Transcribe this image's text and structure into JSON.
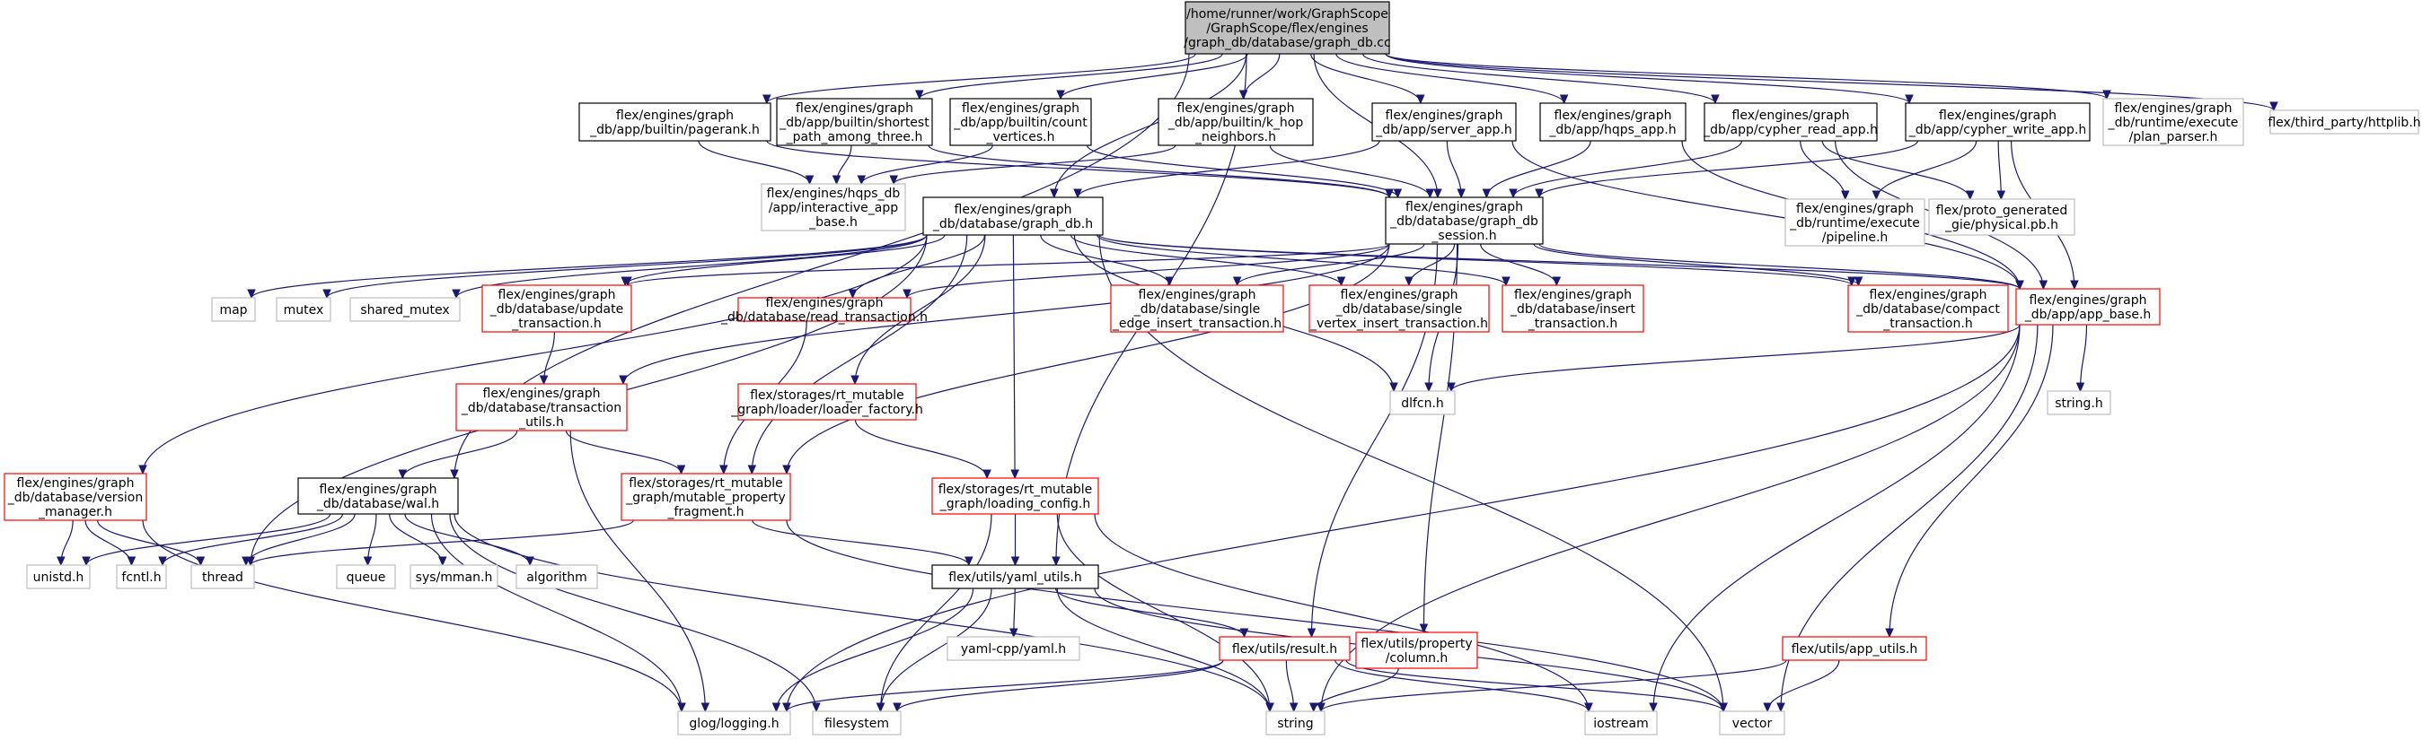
{
  "graph": {
    "nodes": [
      {
        "id": "root",
        "kind": "root",
        "lines": [
          "/home/runner/work/GraphScope",
          "/GraphScope/flex/engines",
          "/graph_db/database/graph_db.cc"
        ]
      },
      {
        "id": "pagerank",
        "kind": "doc",
        "lines": [
          "flex/engines/graph",
          "_db/app/builtin/pagerank.h"
        ]
      },
      {
        "id": "shortest",
        "kind": "doc",
        "lines": [
          "flex/engines/graph",
          "_db/app/builtin/shortest",
          "_path_among_three.h"
        ]
      },
      {
        "id": "count",
        "kind": "doc",
        "lines": [
          "flex/engines/graph",
          "_db/app/builtin/count",
          "_vertices.h"
        ]
      },
      {
        "id": "khop",
        "kind": "doc",
        "lines": [
          "flex/engines/graph",
          "_db/app/builtin/k_hop",
          "_neighbors.h"
        ]
      },
      {
        "id": "server",
        "kind": "doc",
        "lines": [
          "flex/engines/graph",
          "_db/app/server_app.h"
        ]
      },
      {
        "id": "hqps_app",
        "kind": "doc",
        "lines": [
          "flex/engines/graph",
          "_db/app/hqps_app.h"
        ]
      },
      {
        "id": "cypher_read",
        "kind": "doc",
        "lines": [
          "flex/engines/graph",
          "_db/app/cypher_read_app.h"
        ]
      },
      {
        "id": "cypher_write",
        "kind": "doc",
        "lines": [
          "flex/engines/graph",
          "_db/app/cypher_write_app.h"
        ]
      },
      {
        "id": "plan_parser",
        "kind": "sys",
        "lines": [
          "flex/engines/graph",
          "_db/runtime/execute",
          "/plan_parser.h"
        ]
      },
      {
        "id": "httplib",
        "kind": "sys",
        "lines": [
          "flex/third_party/httplib.h"
        ]
      },
      {
        "id": "interactive",
        "kind": "sys",
        "lines": [
          "flex/engines/hqps_db",
          "/app/interactive_app",
          "_base.h"
        ]
      },
      {
        "id": "graph_db_h",
        "kind": "doc",
        "lines": [
          "flex/engines/graph",
          "_db/database/graph_db.h"
        ]
      },
      {
        "id": "session",
        "kind": "doc",
        "lines": [
          "flex/engines/graph",
          "_db/database/graph_db",
          "_session.h"
        ]
      },
      {
        "id": "pipeline",
        "kind": "sys",
        "lines": [
          "flex/engines/graph",
          "_db/runtime/execute",
          "/pipeline.h"
        ]
      },
      {
        "id": "physical",
        "kind": "sys",
        "lines": [
          "flex/proto_generated",
          "_gie/physical.pb.h"
        ]
      },
      {
        "id": "map",
        "kind": "sys",
        "lines": [
          "map"
        ]
      },
      {
        "id": "mutex",
        "kind": "sys",
        "lines": [
          "mutex"
        ]
      },
      {
        "id": "shared_mutex",
        "kind": "sys",
        "lines": [
          "shared_mutex"
        ]
      },
      {
        "id": "update_txn",
        "kind": "red",
        "lines": [
          "flex/engines/graph",
          "_db/database/update",
          "_transaction.h"
        ]
      },
      {
        "id": "read_txn",
        "kind": "red",
        "lines": [
          "flex/engines/graph",
          "_db/database/read_transaction.h"
        ]
      },
      {
        "id": "single_edge",
        "kind": "red",
        "lines": [
          "flex/engines/graph",
          "_db/database/single",
          "_edge_insert_transaction.h"
        ]
      },
      {
        "id": "single_vertex",
        "kind": "red",
        "lines": [
          "flex/engines/graph",
          "_db/database/single",
          "_vertex_insert_transaction.h"
        ]
      },
      {
        "id": "insert_txn",
        "kind": "red",
        "lines": [
          "flex/engines/graph",
          "_db/database/insert",
          "_transaction.h"
        ]
      },
      {
        "id": "compact_txn",
        "kind": "red",
        "lines": [
          "flex/engines/graph",
          "_db/database/compact",
          "_transaction.h"
        ]
      },
      {
        "id": "app_base",
        "kind": "red",
        "lines": [
          "flex/engines/graph",
          "_db/app/app_base.h"
        ]
      },
      {
        "id": "txn_utils",
        "kind": "red",
        "lines": [
          "flex/engines/graph",
          "_db/database/transaction",
          "_utils.h"
        ]
      },
      {
        "id": "loader_factory",
        "kind": "red",
        "lines": [
          "flex/storages/rt_mutable",
          "_graph/loader/loader_factory.h"
        ]
      },
      {
        "id": "dlfcn",
        "kind": "sys",
        "lines": [
          "dlfcn.h"
        ]
      },
      {
        "id": "string_h",
        "kind": "sys",
        "lines": [
          "string.h"
        ]
      },
      {
        "id": "version_mgr",
        "kind": "red",
        "lines": [
          "flex/engines/graph",
          "_db/database/version",
          "_manager.h"
        ]
      },
      {
        "id": "wal",
        "kind": "doc",
        "lines": [
          "flex/engines/graph",
          "_db/database/wal.h"
        ]
      },
      {
        "id": "mutable_prop",
        "kind": "red",
        "lines": [
          "flex/storages/rt_mutable",
          "_graph/mutable_property",
          "_fragment.h"
        ]
      },
      {
        "id": "loading_config",
        "kind": "red",
        "lines": [
          "flex/storages/rt_mutable",
          "_graph/loading_config.h"
        ]
      },
      {
        "id": "unistd",
        "kind": "sys",
        "lines": [
          "unistd.h"
        ]
      },
      {
        "id": "fcntl",
        "kind": "sys",
        "lines": [
          "fcntl.h"
        ]
      },
      {
        "id": "thread",
        "kind": "sys",
        "lines": [
          "thread"
        ]
      },
      {
        "id": "queue",
        "kind": "sys",
        "lines": [
          "queue"
        ]
      },
      {
        "id": "sys_mman",
        "kind": "sys",
        "lines": [
          "sys/mman.h"
        ]
      },
      {
        "id": "algorithm",
        "kind": "sys",
        "lines": [
          "algorithm"
        ]
      },
      {
        "id": "yaml_utils",
        "kind": "doc",
        "lines": [
          "flex/utils/yaml_utils.h"
        ]
      },
      {
        "id": "yaml_cpp",
        "kind": "sys",
        "lines": [
          "yaml-cpp/yaml.h"
        ]
      },
      {
        "id": "result",
        "kind": "red",
        "lines": [
          "flex/utils/result.h"
        ]
      },
      {
        "id": "property_column",
        "kind": "red",
        "lines": [
          "flex/utils/property",
          "/column.h"
        ]
      },
      {
        "id": "app_utils",
        "kind": "red",
        "lines": [
          "flex/utils/app_utils.h"
        ]
      },
      {
        "id": "glog",
        "kind": "sys",
        "lines": [
          "glog/logging.h"
        ]
      },
      {
        "id": "filesystem",
        "kind": "sys",
        "lines": [
          "filesystem"
        ]
      },
      {
        "id": "string",
        "kind": "sys",
        "lines": [
          "string"
        ]
      },
      {
        "id": "iostream",
        "kind": "sys",
        "lines": [
          "iostream"
        ]
      },
      {
        "id": "vector",
        "kind": "sys",
        "lines": [
          "vector"
        ]
      }
    ],
    "edges": [
      [
        "root",
        "pagerank"
      ],
      [
        "root",
        "shortest"
      ],
      [
        "root",
        "count"
      ],
      [
        "root",
        "khop"
      ],
      [
        "root",
        "server"
      ],
      [
        "root",
        "hqps_app"
      ],
      [
        "root",
        "cypher_read"
      ],
      [
        "root",
        "cypher_write"
      ],
      [
        "root",
        "plan_parser"
      ],
      [
        "root",
        "httplib"
      ],
      [
        "root",
        "graph_db_h"
      ],
      [
        "root",
        "session"
      ],
      [
        "root",
        "wal"
      ],
      [
        "root",
        "yaml_utils"
      ],
      [
        "pagerank",
        "interactive"
      ],
      [
        "pagerank",
        "session"
      ],
      [
        "shortest",
        "interactive"
      ],
      [
        "shortest",
        "session"
      ],
      [
        "count",
        "interactive"
      ],
      [
        "count",
        "session"
      ],
      [
        "khop",
        "interactive"
      ],
      [
        "khop",
        "session"
      ],
      [
        "server",
        "graph_db_h"
      ],
      [
        "server",
        "session"
      ],
      [
        "server",
        "app_base"
      ],
      [
        "hqps_app",
        "session"
      ],
      [
        "hqps_app",
        "app_base"
      ],
      [
        "cypher_read",
        "session"
      ],
      [
        "cypher_read",
        "pipeline"
      ],
      [
        "cypher_read",
        "physical"
      ],
      [
        "cypher_read",
        "app_base"
      ],
      [
        "cypher_write",
        "session"
      ],
      [
        "cypher_write",
        "pipeline"
      ],
      [
        "cypher_write",
        "physical"
      ],
      [
        "cypher_write",
        "app_base"
      ],
      [
        "graph_db_h",
        "map"
      ],
      [
        "graph_db_h",
        "mutex"
      ],
      [
        "graph_db_h",
        "shared_mutex"
      ],
      [
        "graph_db_h",
        "update_txn"
      ],
      [
        "graph_db_h",
        "read_txn"
      ],
      [
        "graph_db_h",
        "single_edge"
      ],
      [
        "graph_db_h",
        "single_vertex"
      ],
      [
        "graph_db_h",
        "insert_txn"
      ],
      [
        "graph_db_h",
        "compact_txn"
      ],
      [
        "graph_db_h",
        "app_base"
      ],
      [
        "graph_db_h",
        "version_mgr"
      ],
      [
        "graph_db_h",
        "thread"
      ],
      [
        "graph_db_h",
        "mutable_prop"
      ],
      [
        "graph_db_h",
        "loader_factory"
      ],
      [
        "graph_db_h",
        "loading_config"
      ],
      [
        "graph_db_h",
        "dlfcn"
      ],
      [
        "graph_db_h",
        "vector"
      ],
      [
        "session",
        "update_txn"
      ],
      [
        "session",
        "read_txn"
      ],
      [
        "session",
        "single_edge"
      ],
      [
        "session",
        "single_vertex"
      ],
      [
        "session",
        "insert_txn"
      ],
      [
        "session",
        "compact_txn"
      ],
      [
        "session",
        "app_base"
      ],
      [
        "session",
        "txn_utils"
      ],
      [
        "session",
        "dlfcn"
      ],
      [
        "session",
        "result"
      ],
      [
        "session",
        "property_column"
      ],
      [
        "session",
        "mutable_prop"
      ],
      [
        "app_base",
        "string_h"
      ],
      [
        "app_base",
        "dlfcn"
      ],
      [
        "app_base",
        "app_utils"
      ],
      [
        "app_base",
        "vector"
      ],
      [
        "app_base",
        "string"
      ],
      [
        "app_base",
        "iostream"
      ],
      [
        "app_base",
        "glog"
      ],
      [
        "update_txn",
        "txn_utils"
      ],
      [
        "read_txn",
        "mutable_prop"
      ],
      [
        "txn_utils",
        "wal"
      ],
      [
        "txn_utils",
        "mutable_prop"
      ],
      [
        "txn_utils",
        "glog"
      ],
      [
        "loader_factory",
        "loading_config"
      ],
      [
        "version_mgr",
        "unistd"
      ],
      [
        "version_mgr",
        "fcntl"
      ],
      [
        "version_mgr",
        "thread"
      ],
      [
        "version_mgr",
        "glog"
      ],
      [
        "wal",
        "unistd"
      ],
      [
        "wal",
        "fcntl"
      ],
      [
        "wal",
        "thread"
      ],
      [
        "wal",
        "queue"
      ],
      [
        "wal",
        "sys_mman"
      ],
      [
        "wal",
        "algorithm"
      ],
      [
        "wal",
        "glog"
      ],
      [
        "wal",
        "filesystem"
      ],
      [
        "wal",
        "string"
      ],
      [
        "mutable_prop",
        "thread"
      ],
      [
        "mutable_prop",
        "yaml_utils"
      ],
      [
        "mutable_prop",
        "vector"
      ],
      [
        "loading_config",
        "yaml_utils"
      ],
      [
        "loading_config",
        "filesystem"
      ],
      [
        "loading_config",
        "string"
      ],
      [
        "loading_config",
        "iostream"
      ],
      [
        "yaml_utils",
        "yaml_cpp"
      ],
      [
        "yaml_utils",
        "result"
      ],
      [
        "yaml_utils",
        "glog"
      ],
      [
        "yaml_utils",
        "filesystem"
      ],
      [
        "yaml_utils",
        "string"
      ],
      [
        "yaml_utils",
        "vector"
      ],
      [
        "result",
        "glog"
      ],
      [
        "result",
        "filesystem"
      ],
      [
        "result",
        "string"
      ],
      [
        "result",
        "iostream"
      ],
      [
        "result",
        "vector"
      ],
      [
        "property_column",
        "string"
      ],
      [
        "app_utils",
        "string"
      ],
      [
        "app_utils",
        "vector"
      ]
    ]
  }
}
